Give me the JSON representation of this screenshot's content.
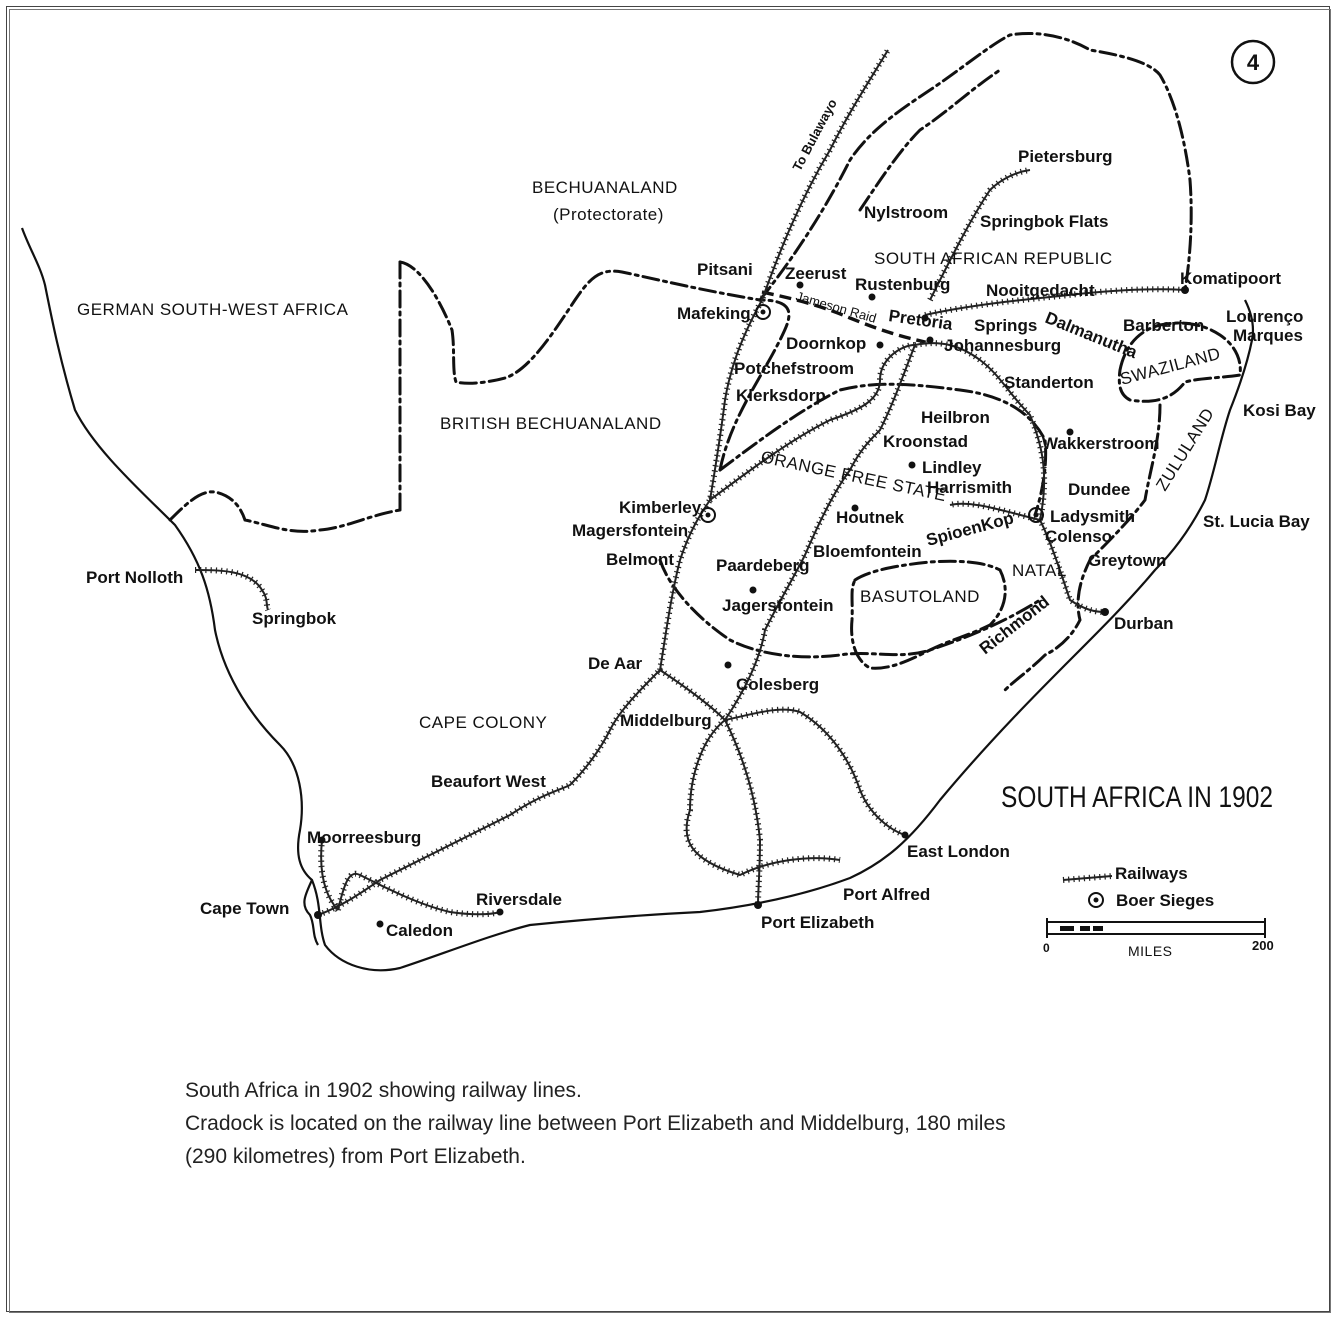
{
  "map": {
    "page_number": "4",
    "title": "SOUTH AFRICA IN 1902",
    "regions": {
      "german_sw_africa": "GERMAN SOUTH-WEST AFRICA",
      "bechuanaland": "BECHUANALAND",
      "bechuanaland_sub": "(Protectorate)",
      "british_bechuanaland": "BRITISH BECHUANALAND",
      "cape_colony": "CAPE COLONY",
      "south_african_republic": "SOUTH AFRICAN REPUBLIC",
      "orange_free_state": "ORANGE FREE STATE",
      "swaziland": "SWAZILAND",
      "zululand": "ZULULAND",
      "basutoland": "BASUTOLAND",
      "natal": "NATAL"
    },
    "places": {
      "port_nolloth": "Port Nolloth",
      "springbok": "Springbok",
      "cape_town": "Cape Town",
      "moorreesburg": "Moorreesburg",
      "caledon": "Caledon",
      "riversdale": "Riversdale",
      "beaufort_west": "Beaufort West",
      "de_aar": "De Aar",
      "middelburg": "Middelburg",
      "colesberg": "Colesberg",
      "port_elizabeth": "Port Elizabeth",
      "port_alfred": "Port Alfred",
      "east_london": "East London",
      "kimberley": "Kimberley",
      "magersfontein": "Magersfontein",
      "belmont": "Belmont",
      "paardeberg": "Paardeberg",
      "jagersfontein": "Jagersfontein",
      "bloemfontein": "Bloemfontein",
      "houtnek": "Houtnek",
      "kroonstad": "Kroonstad",
      "lindley": "Lindley",
      "harrismith": "Harrismith",
      "heilbron": "Heilbron",
      "klerksdorp": "Klerksdorp",
      "potchefstroom": "Potchefstroom",
      "doornkop": "Doornkop",
      "mafeking": "Mafeking",
      "pitsani": "Pitsani",
      "zeerust": "Zeerust",
      "rustenburg": "Rustenburg",
      "pretoria": "Pretoria",
      "johannesburg": "Johannesburg",
      "springs": "Springs",
      "nylstroom": "Nylstroom",
      "springbok_flats": "Springbok Flats",
      "pietersburg": "Pietersburg",
      "nooitgedacht": "Nooitgedacht",
      "komatipoort": "Komatipoort",
      "lourenco": "Lourenço",
      "marques": "Marques",
      "barberton": "Barberton",
      "dalmanutha": "Dalmanutha",
      "standerton": "Standerton",
      "wakkerstroom": "Wakkerstroom",
      "dundee": "Dundee",
      "ladysmith": "Ladysmith",
      "colenso": "Colenso",
      "spioenkop": "SpioenKop",
      "greytown": "Greytown",
      "durban": "Durban",
      "richmond": "Richmond",
      "kosi_bay": "Kosi Bay",
      "st_lucia_bay": "St. Lucia Bay",
      "to_bulawayo": "To Bulawayo",
      "jameson_raid": "Jameson Raid"
    },
    "legend": {
      "railways": "Railways",
      "boer_sieges": "Boer Sieges",
      "scale_min": "0",
      "scale_unit": "MILES",
      "scale_max": "200"
    },
    "icons": {
      "railway": "railway-line-icon",
      "siege": "siege-marker-icon",
      "town": "town-dot-icon"
    }
  },
  "caption": {
    "line1": "South Africa in 1902 showing railway lines.",
    "line2": "Cradock is located on the railway line between Port Elizabeth and Middelburg, 180 miles",
    "line3": "(290 kilometres) from Port Elizabeth."
  }
}
